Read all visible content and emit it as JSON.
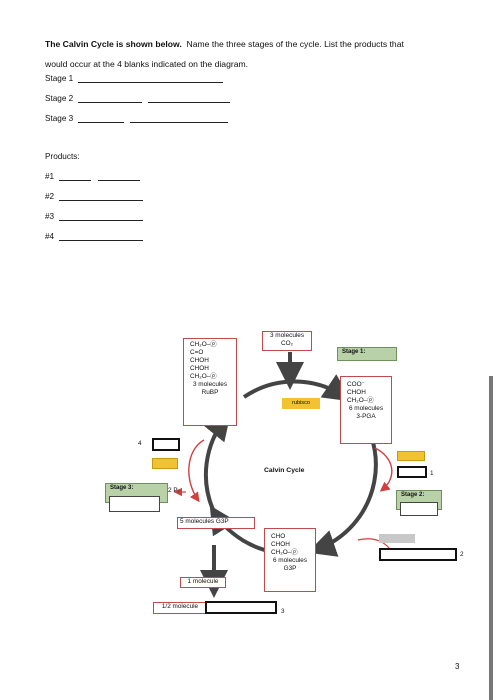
{
  "question": {
    "bold": "The Calvin Cycle is shown below.",
    "rest": "Name the three stages of the cycle.  List the products that",
    "line2": "would occur at the 4 blanks indicated on the diagram."
  },
  "stages": [
    "Stage 1",
    "Stage 2",
    "Stage 3"
  ],
  "products_label": "Products:",
  "products": [
    "#1",
    "#2",
    "#3",
    "#4"
  ],
  "diagram": {
    "co2_top": "3 molecules",
    "co2_bottom": "CO₂",
    "rubp": [
      "CH₂O–ⓟ",
      "C=O",
      "CHOH",
      "CHOH",
      "CH₂O–ⓟ"
    ],
    "rubp_label1": "3 molecules",
    "rubp_label2": "RuBP",
    "rubisco": "rubisco",
    "pga": [
      "COO⁻",
      "CHOH",
      "CH₂O–ⓟ"
    ],
    "pga_label1": "6 molecules",
    "pga_label2": "3-PGA",
    "center": "Calvin Cycle",
    "g3p": [
      "CHO",
      "CHOH",
      "CH₂O–ⓟ"
    ],
    "g3p_label1": "6 molecules",
    "g3p_label2": "G3P",
    "five_g3p": "5 molecules  G3P",
    "one_molecule": "1 molecule",
    "half_molecule": "1/2 molecule",
    "two_pi": "2 Pᵢ",
    "stage1_tag": "Stage 1:",
    "stage2_tag": "Stage 2:",
    "stage3_tag": "Stage 3:",
    "num1": "1",
    "num2": "2",
    "num3": "3",
    "num4": "4"
  },
  "page_number": "3"
}
